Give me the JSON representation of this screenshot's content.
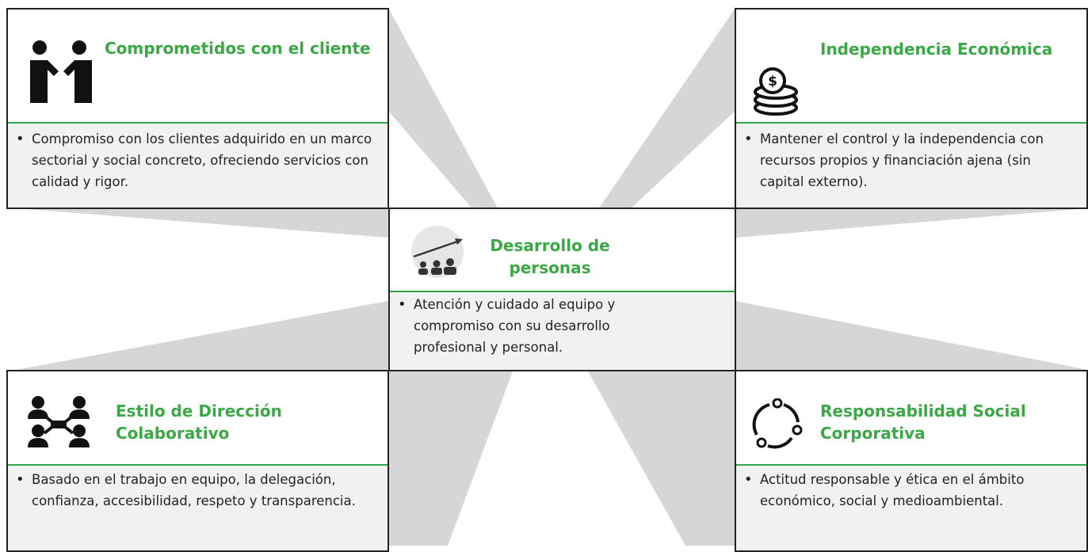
{
  "colors": {
    "accent_green": "#3aa845",
    "divider_green": "#2ea84a",
    "ray_gray": "#d6d6d6",
    "body_bg": "#f1f1f1"
  },
  "cards": {
    "client": {
      "title": "Comprometidos con el cliente",
      "icon": "handshake-people-icon",
      "bullet": "Compromiso con los clientes adquirido en un marco sectorial y social concreto, ofreciendo servicios con calidad y rigor."
    },
    "economic": {
      "title": "Independencia Económica",
      "icon": "coin-stack-icon",
      "bullet": "Mantener el control y la independencia con recursos propios y financiación ajena (sin capital externo)."
    },
    "people": {
      "title": "Desarrollo de\npersonas",
      "icon": "team-growth-icon",
      "bullet": "Atención y cuidado al equipo y compromiso con su desarrollo profesional y personal."
    },
    "leadership": {
      "title": "Estilo de Dirección\nColaborativo",
      "icon": "connected-people-icon",
      "bullet": "Basado en el trabajo en equipo, la delegación, confianza, accesibilidad, respeto y transparencia."
    },
    "csr": {
      "title": "Responsabilidad Social\nCorporativa",
      "icon": "cycle-arrows-icon",
      "bullet": "Actitud responsable y ética en el ámbito económico, social y medioambiental."
    }
  }
}
